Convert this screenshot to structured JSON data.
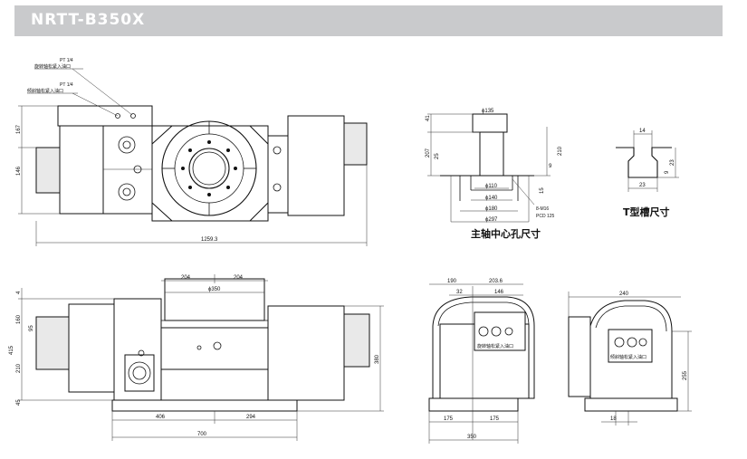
{
  "header": {
    "title": "NRTT-B350X"
  },
  "top_view": {
    "port1_thread": "PT 1/4",
    "port1_label": "旋转轴松紧入油口",
    "port2_thread": "PT 1/4",
    "port2_label": "倾斜轴松紧入油口",
    "dim_height_top": "167",
    "dim_height_lower": "146",
    "dim_total_length": "1259.3"
  },
  "spindle_hole": {
    "caption": "主轴中心孔尺寸",
    "d135": "ϕ135",
    "d110": "ϕ110",
    "d140": "ϕ140",
    "d180": "ϕ180",
    "d297": "ϕ297",
    "h41": "41",
    "h207": "207",
    "h25": "25",
    "h210": "210",
    "h9": "9",
    "h15": "15",
    "bolt": "8-M16",
    "pcd": "PCD 125"
  },
  "t_slot": {
    "caption": "T型槽尺寸",
    "w14": "14",
    "w23": "23",
    "h23": "23",
    "h9": "9"
  },
  "front_view": {
    "dim_204_left": "204",
    "dim_204_right": "204",
    "dim_table_dia": "ϕ350",
    "dim_4": "4",
    "dim_160": "160",
    "dim_95": "95",
    "dim_415": "415",
    "dim_210": "210",
    "dim_45": "45",
    "dim_380": "380",
    "dim_406": "406",
    "dim_294": "294",
    "dim_700": "700"
  },
  "side_view_1": {
    "dim_190": "190",
    "dim_203_6": "203.6",
    "dim_32": "32",
    "dim_146": "146",
    "dim_175_left": "175",
    "dim_175_right": "175",
    "dim_350": "350",
    "panel_label": "旋转轴松紧入油口"
  },
  "side_view_2": {
    "dim_240": "240",
    "dim_255": "255",
    "dim_18": "18",
    "panel_label": "倾斜轴松紧入油口"
  }
}
